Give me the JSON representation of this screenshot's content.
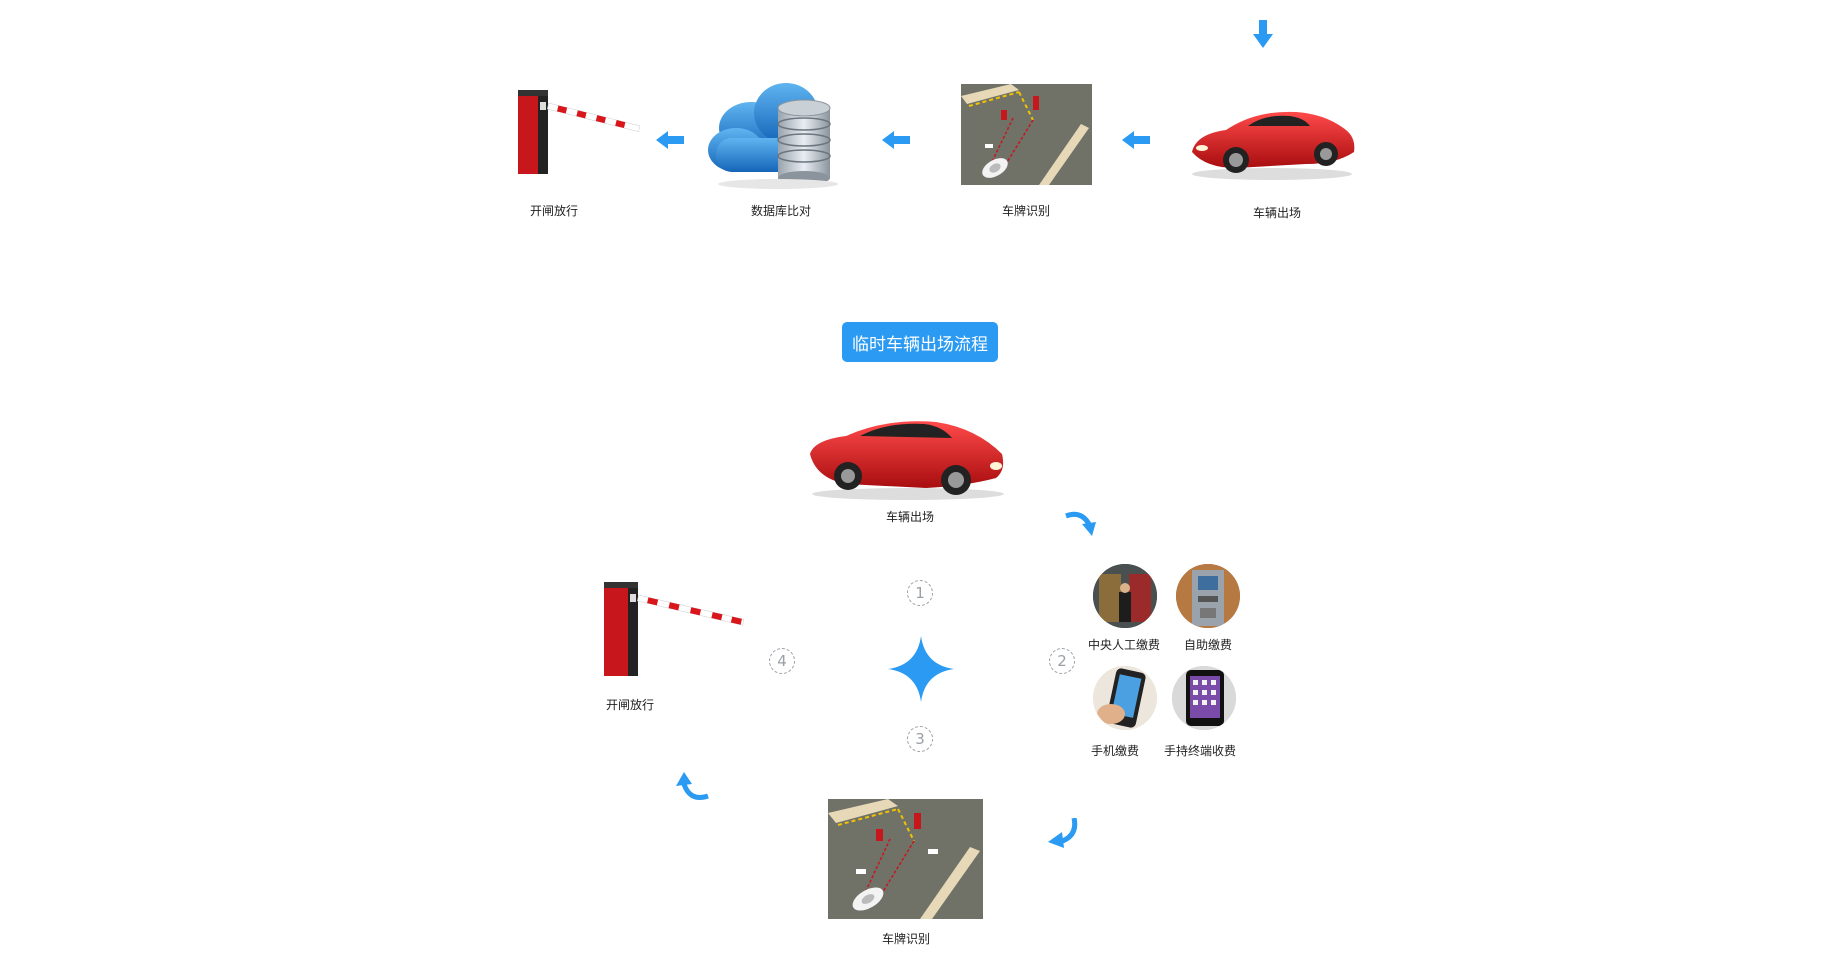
{
  "top_flow": {
    "steps": [
      {
        "label": "开闸放行",
        "icon": "barrier-gate-icon"
      },
      {
        "label": "数据库比对",
        "icon": "cloud-database-icon"
      },
      {
        "label": "车牌识别",
        "icon": "license-plate-recognition-image"
      },
      {
        "label": "车辆出场",
        "icon": "red-car-image"
      }
    ]
  },
  "title": "临时车辆出场流程",
  "cycle": {
    "car_label": "车辆出场",
    "gate_label": "开闸放行",
    "lpr_label": "车牌识别",
    "step_numbers": [
      "1",
      "2",
      "3",
      "4"
    ],
    "payment_options": [
      {
        "label": "中央人工缴费",
        "icon": "cashier-booth-icon"
      },
      {
        "label": "自助缴费",
        "icon": "kiosk-icon"
      },
      {
        "label": "手机缴费",
        "icon": "smartphone-icon"
      },
      {
        "label": "手持终端收费",
        "icon": "handheld-terminal-icon"
      }
    ]
  },
  "colors": {
    "accent": "#2a9af2",
    "car_red": "#d9161b",
    "gate_red": "#c8161d"
  }
}
